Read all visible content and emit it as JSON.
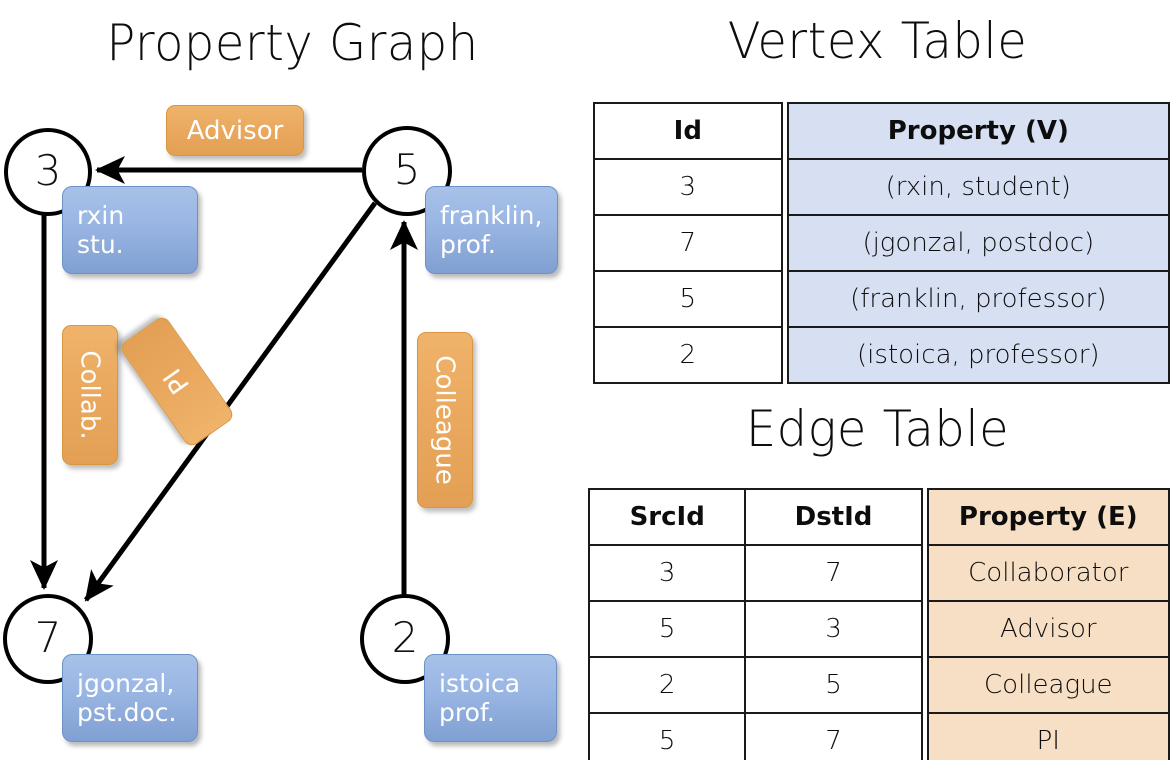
{
  "titles": {
    "property_graph": "Property Graph",
    "vertex_table": "Vertex Table",
    "edge_table": "Edge Table"
  },
  "graph": {
    "vertices": [
      {
        "id": "3",
        "property_label": "rxin\nstu."
      },
      {
        "id": "5",
        "property_label": "franklin,\nprof."
      },
      {
        "id": "7",
        "property_label": "jgonzal,\npst.doc."
      },
      {
        "id": "2",
        "property_label": "istoica\nprof."
      }
    ],
    "vertex_labels": {
      "v3_line1": "rxin",
      "v3_line2": "stu.",
      "v5_line1": "franklin,",
      "v5_line2": "prof.",
      "v7_line1": "jgonzal,",
      "v7_line2": "pst.doc.",
      "v2_line1": "istoica",
      "v2_line2": "prof."
    },
    "edge_labels": {
      "advisor": "Advisor",
      "collab": "Collab.",
      "pi": "PI",
      "colleague": "Colleague"
    },
    "edges": [
      {
        "from": "5",
        "to": "3",
        "label": "Advisor"
      },
      {
        "from": "3",
        "to": "7",
        "label": "Collab."
      },
      {
        "from": "5",
        "to": "7",
        "label": "PI"
      },
      {
        "from": "2",
        "to": "5",
        "label": "Colleague"
      }
    ]
  },
  "vertex_table": {
    "headers": [
      "Id",
      "Property (V)"
    ],
    "rows": [
      {
        "id": "3",
        "property": "(rxin, student)"
      },
      {
        "id": "7",
        "property": "(jgonzal, postdoc)"
      },
      {
        "id": "5",
        "property": "(franklin, professor)"
      },
      {
        "id": "2",
        "property": "(istoica, professor)"
      }
    ]
  },
  "edge_table": {
    "headers": [
      "SrcId",
      "DstId",
      "Property (E)"
    ],
    "rows": [
      {
        "src": "3",
        "dst": "7",
        "property": "Collaborator"
      },
      {
        "src": "5",
        "dst": "3",
        "property": "Advisor"
      },
      {
        "src": "2",
        "dst": "5",
        "property": "Colleague"
      },
      {
        "src": "5",
        "dst": "7",
        "property": "PI"
      }
    ]
  },
  "colors": {
    "vertex_property_blue": "#9ab6e3",
    "edge_property_orange": "#eaa95f",
    "table_blue_fill": "#d6e0f2",
    "table_orange_fill": "#f6dfc4",
    "stroke": "#000000",
    "background": "#ffffff"
  }
}
